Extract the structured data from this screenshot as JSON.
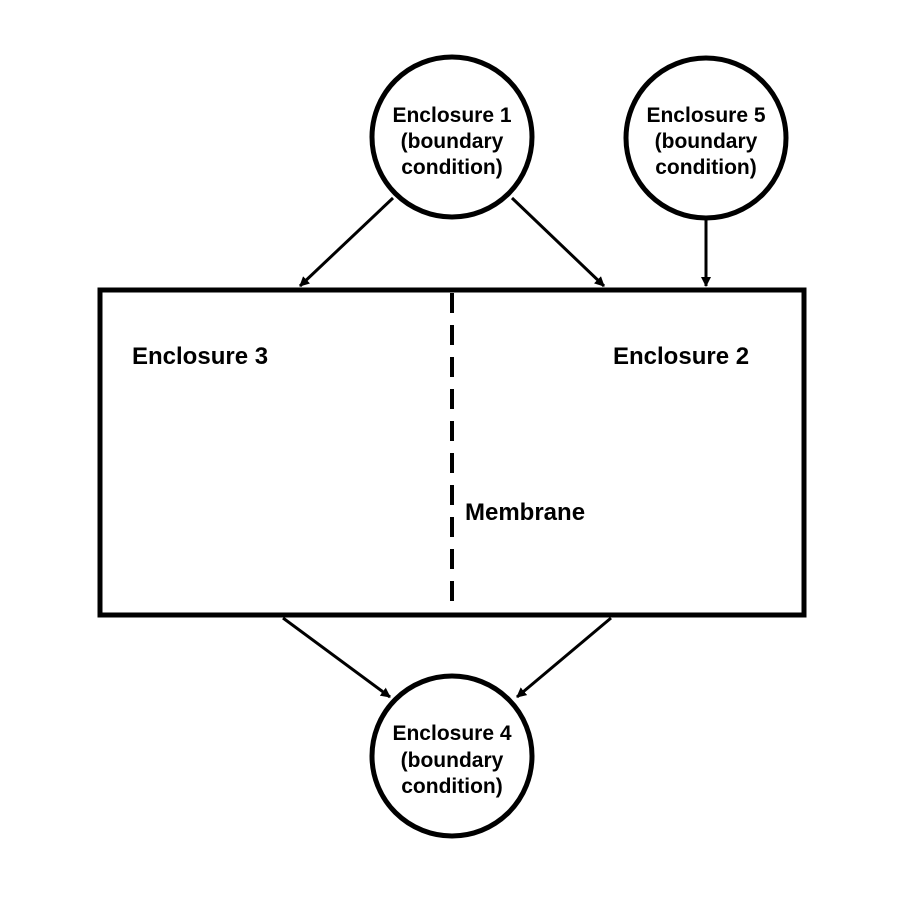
{
  "enclosure_1": {
    "title": "Enclosure 1",
    "line2": "(boundary",
    "line3": "condition)"
  },
  "enclosure_5": {
    "title": "Enclosure 5",
    "line2": "(boundary",
    "line3": "condition)"
  },
  "enclosure_4": {
    "title": "Enclosure 4",
    "line2": "(boundary",
    "line3": "condition)"
  },
  "enclosure_3": {
    "title": "Enclosure 3"
  },
  "enclosure_2": {
    "title": "Enclosure 2"
  },
  "membrane": {
    "label": "Membrane"
  },
  "colors": {
    "stroke": "#000000",
    "fill": "#ffffff"
  }
}
